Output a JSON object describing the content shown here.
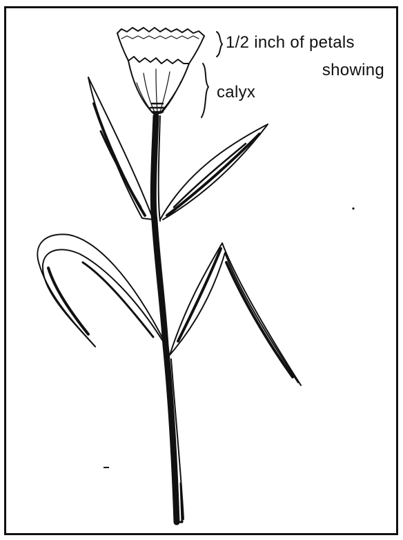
{
  "labels": {
    "petals_line1": "1/2 inch of petals",
    "petals_line2": "showing",
    "calyx": "calyx"
  },
  "colors": {
    "ink": "#111111",
    "paper": "#ffffff"
  }
}
